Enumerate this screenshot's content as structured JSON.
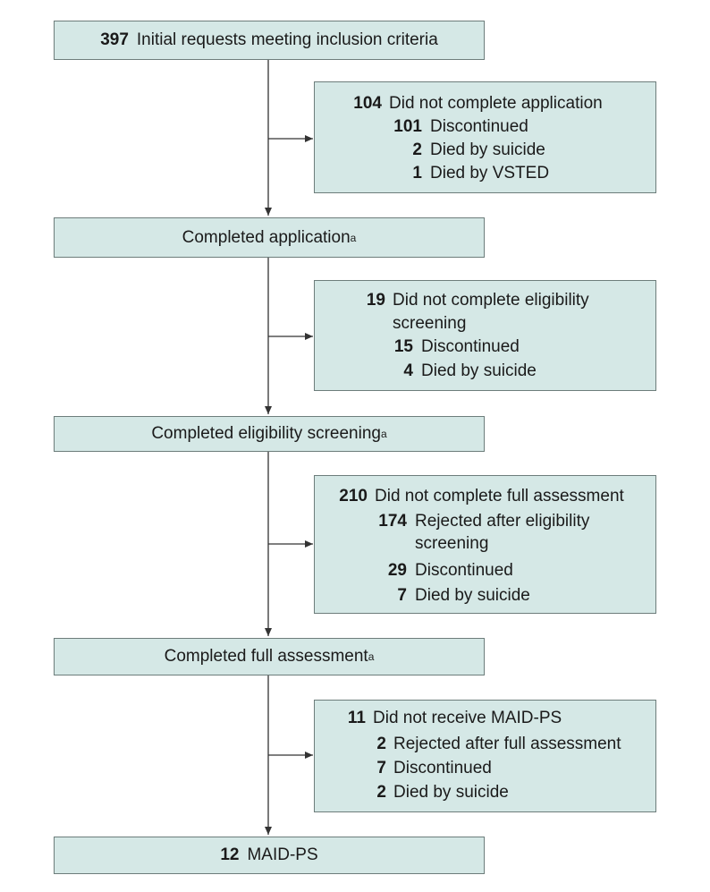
{
  "flow": {
    "start": {
      "count": "397",
      "label": "Initial requests meeting inclusion criteria"
    },
    "step1": {
      "label": "Completed application",
      "sup": "a"
    },
    "step2": {
      "label": "Completed eligibility screening",
      "sup": "a"
    },
    "step3": {
      "label": "Completed full assessment",
      "sup": "a"
    },
    "end": {
      "count": "12",
      "label": "MAID-PS"
    }
  },
  "exclusions": {
    "ex1": {
      "head": {
        "count": "104",
        "label": "Did not complete application"
      },
      "items": [
        {
          "count": "101",
          "label": "Discontinued"
        },
        {
          "count": "2",
          "label": "Died by suicide"
        },
        {
          "count": "1",
          "label": "Died by VSTED"
        }
      ]
    },
    "ex2": {
      "head": {
        "count": "19",
        "label": "Did not complete eligibility",
        "label2": "screening"
      },
      "items": [
        {
          "count": "15",
          "label": "Discontinued"
        },
        {
          "count": "4",
          "label": "Died by suicide"
        }
      ]
    },
    "ex3": {
      "head": {
        "count": "210",
        "label": "Did not complete full assessment"
      },
      "items": [
        {
          "count": "174",
          "label": "Rejected after eligibility",
          "label2": "screening"
        },
        {
          "count": "29",
          "label": "Discontinued"
        },
        {
          "count": "7",
          "label": "Died by suicide"
        }
      ]
    },
    "ex4": {
      "head": {
        "count": "11",
        "label": "Did not receive MAID-PS"
      },
      "items": [
        {
          "count": "2",
          "label": "Rejected after full assessment"
        },
        {
          "count": "7",
          "label": "Discontinued"
        },
        {
          "count": "2",
          "label": "Died by suicide"
        }
      ]
    }
  },
  "colors": {
    "box_fill": "#d5e8e6",
    "box_border": "#6d7d7b",
    "line": "#333333"
  }
}
